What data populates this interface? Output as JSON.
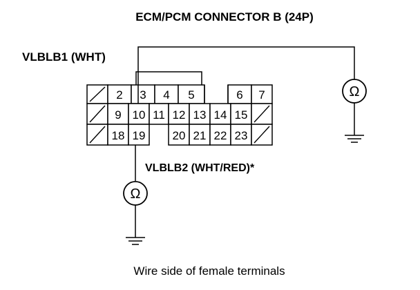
{
  "title": "ECM/PCM CONNECTOR B (24P)",
  "label_top": "VLBLB1 (WHT)",
  "label_bottom": "VLBLB2 (WHT/RED)*",
  "caption": "Wire side of female terminals",
  "meter_symbol": "Ω",
  "connector": {
    "rows": [
      [
        "/",
        "2",
        "3",
        "4",
        "5",
        "",
        "6",
        "7"
      ],
      [
        "/",
        "9",
        "10",
        "11",
        "12",
        "13",
        "14",
        "15",
        "/"
      ],
      [
        "/",
        "18",
        "19",
        "",
        "20",
        "21",
        "22",
        "23",
        "/"
      ]
    ]
  }
}
